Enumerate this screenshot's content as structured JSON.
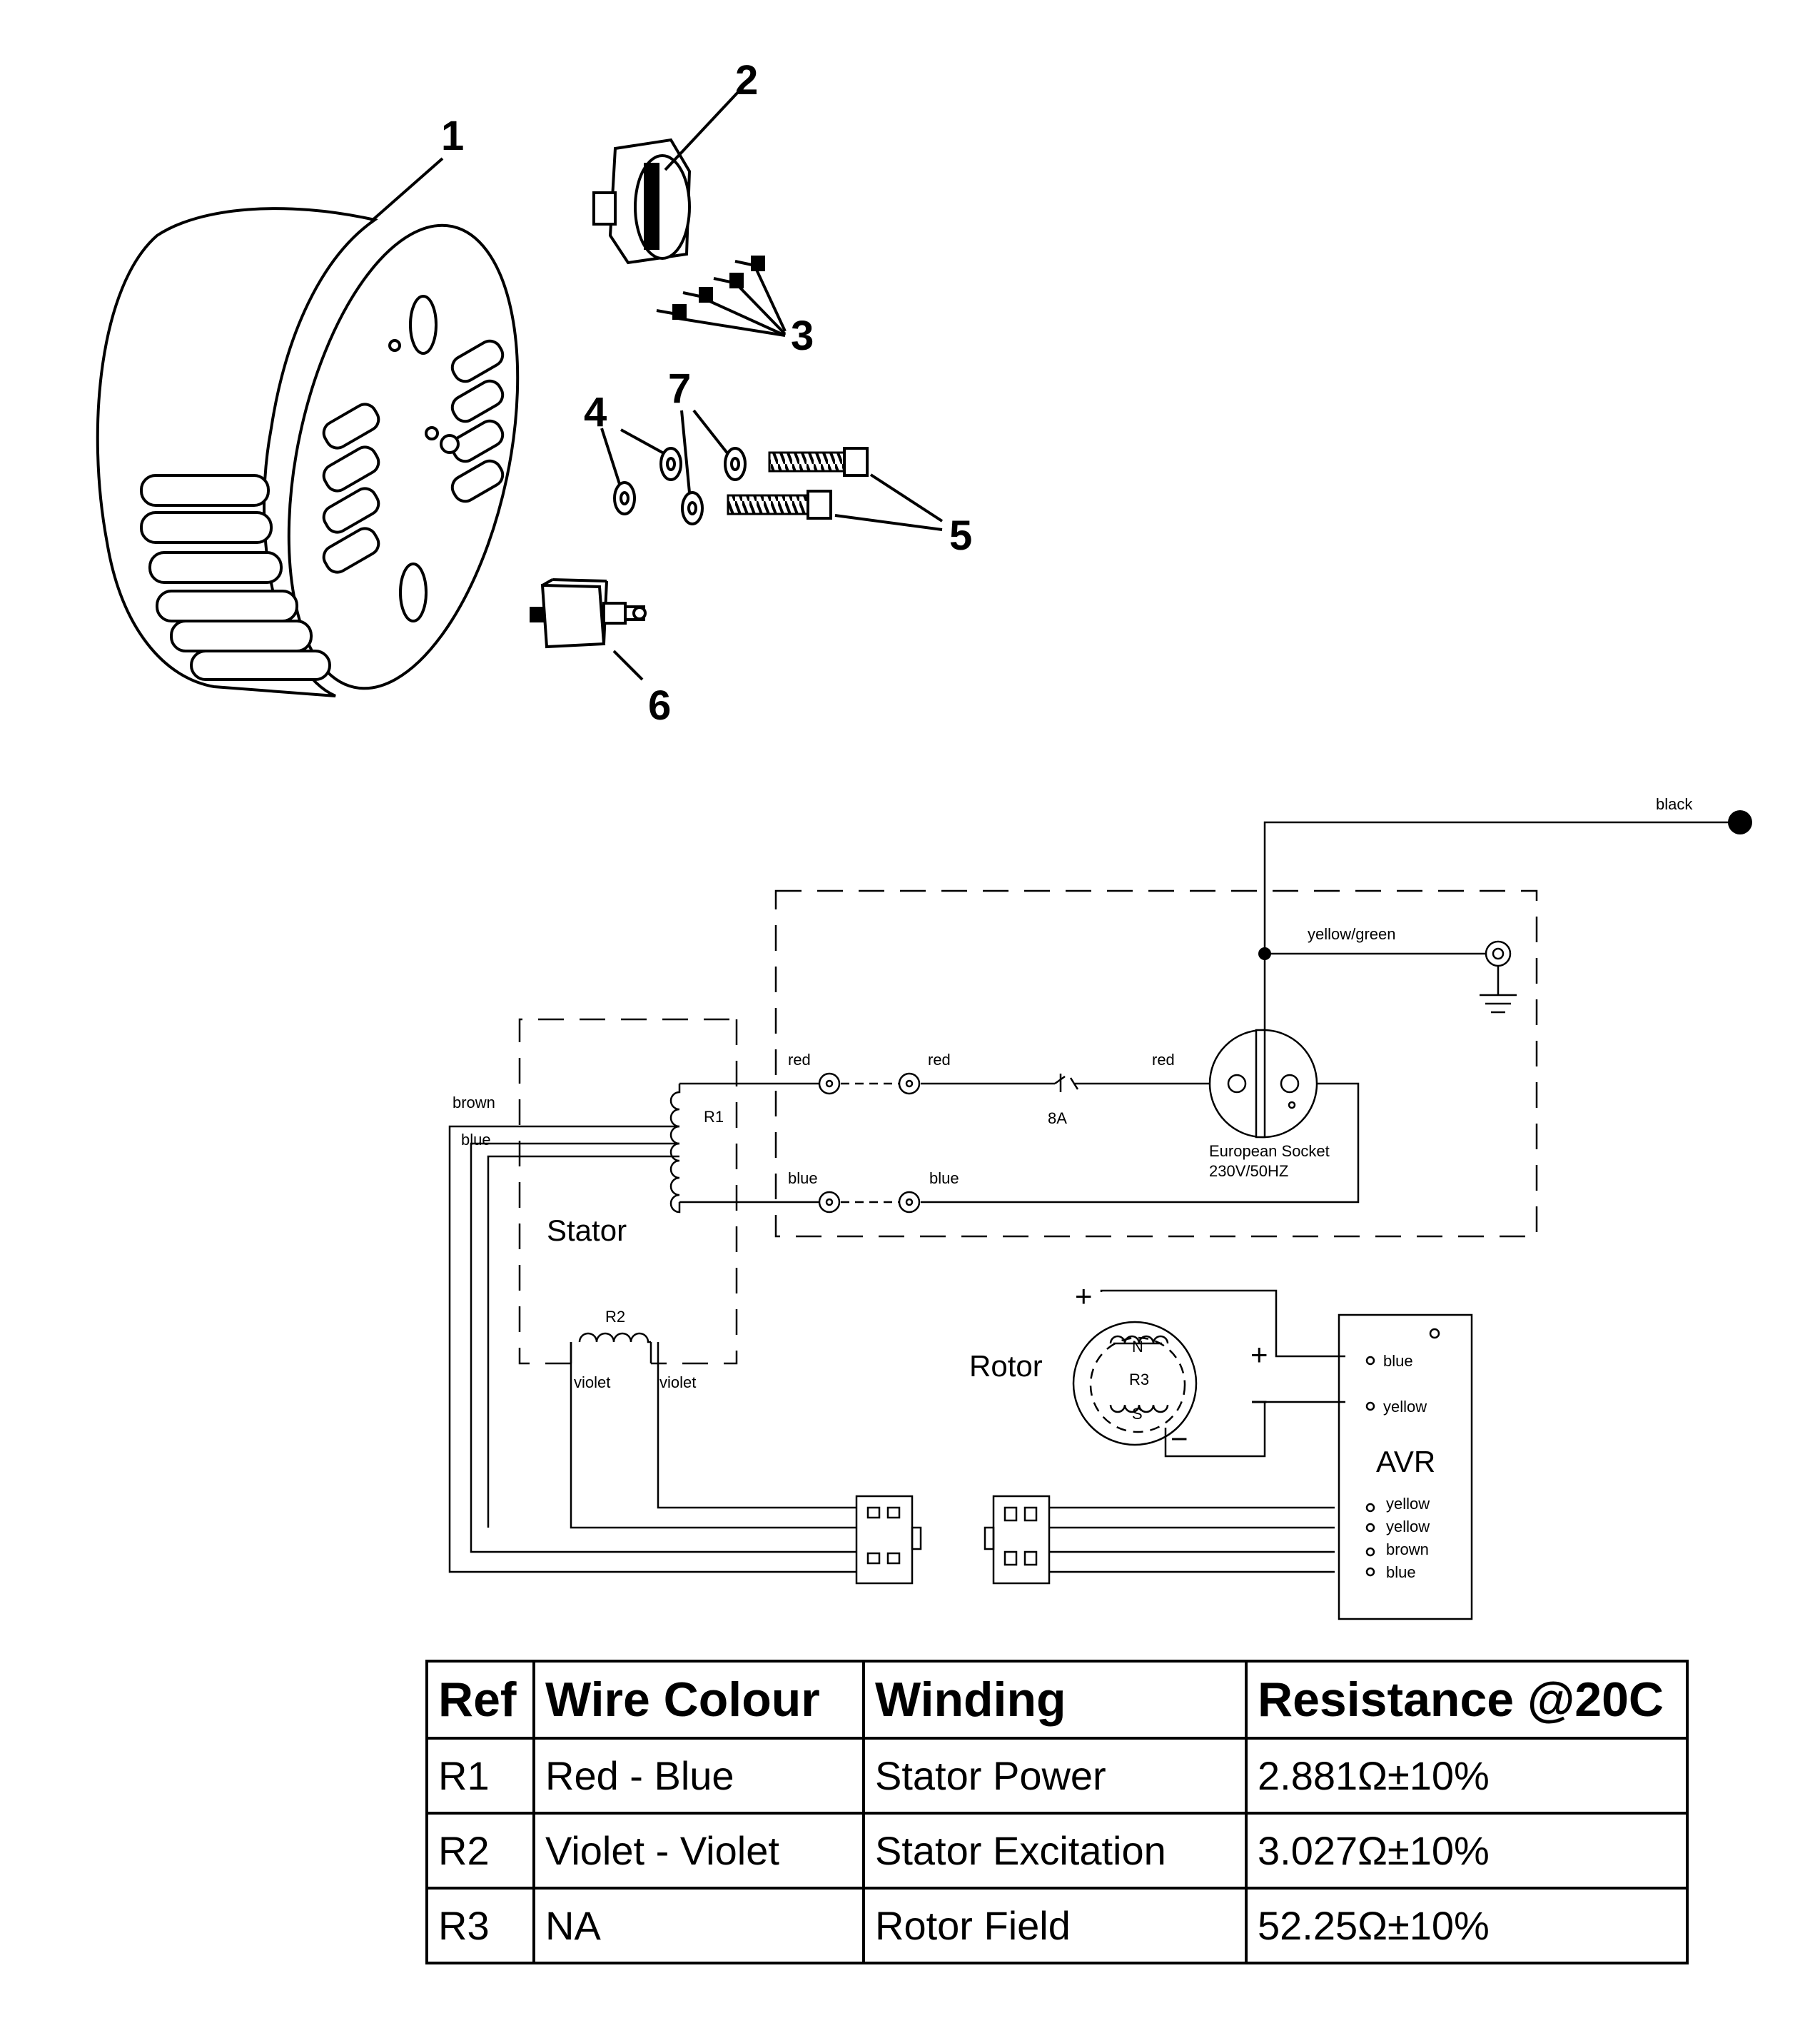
{
  "callouts": [
    "1",
    "2",
    "3",
    "4",
    "7",
    "5",
    "6"
  ],
  "wires": {
    "black": "black",
    "yellow_green": "yellow/green",
    "brown": "brown",
    "blue": "blue",
    "red": "red",
    "violet": "violet",
    "yellow": "yellow"
  },
  "components": {
    "r1": "R1",
    "r2": "R2",
    "r3": "R3",
    "fuse": "8A",
    "socket_name": "European Socket",
    "socket_rating": "230V/50HZ",
    "stator": "Stator",
    "rotor": "Rotor",
    "avr": "AVR",
    "plus": "+",
    "minus": "−",
    "n_pole": "N",
    "s_pole": "S"
  },
  "table": {
    "headers": [
      "Ref",
      "Wire Colour",
      "Winding",
      "Resistance @20C"
    ],
    "rows": [
      [
        "R1",
        "Red - Blue",
        "Stator Power",
        "2.881Ω±10%"
      ],
      [
        "R2",
        "Violet - Violet",
        "Stator Excitation",
        "3.027Ω±10%"
      ],
      [
        "R3",
        "NA",
        "Rotor Field",
        "52.25Ω±10%"
      ]
    ]
  }
}
